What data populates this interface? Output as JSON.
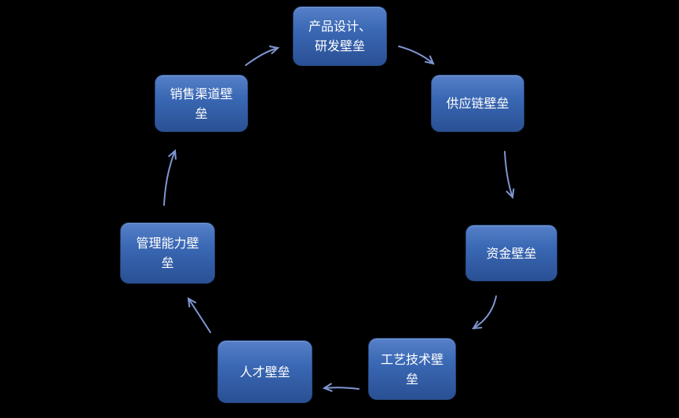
{
  "diagram": {
    "type": "cycle",
    "flow_direction": "clockwise",
    "colors": {
      "canvas_bg": "#000000",
      "node_gradient_top": "#5680C8",
      "node_gradient_mid": "#3A68B4",
      "node_gradient_bottom": "#2A5094",
      "node_border": "#26497F",
      "node_text": "#FFFFFF",
      "arrow_color": "#8096D2"
    },
    "nodes": [
      {
        "id": "product-design-rd",
        "position": "top",
        "label": "产品设计、研发壁垒",
        "lines": [
          "产品设计、",
          "研发壁垒"
        ]
      },
      {
        "id": "supply-chain",
        "position": "top-right",
        "label": "供应链壁垒",
        "lines": [
          "供应链壁垒"
        ]
      },
      {
        "id": "capital",
        "position": "right",
        "label": "资金壁垒",
        "lines": [
          "资金壁垒"
        ]
      },
      {
        "id": "process-technology",
        "position": "bottom-right",
        "label": "工艺技术壁垒",
        "lines": [
          "工艺技术壁",
          "垒"
        ]
      },
      {
        "id": "talent",
        "position": "bottom",
        "label": "人才壁垒",
        "lines": [
          "人才壁垒"
        ]
      },
      {
        "id": "management",
        "position": "left",
        "label": "管理能力壁垒",
        "lines": [
          "管理能力壁",
          "垒"
        ]
      },
      {
        "id": "sales-channel",
        "position": "top-left",
        "label": "销售渠道壁垒",
        "lines": [
          "销售渠道壁",
          "垒"
        ]
      }
    ],
    "edges": [
      {
        "from": "sales-channel",
        "to": "product-design-rd"
      },
      {
        "from": "product-design-rd",
        "to": "supply-chain"
      },
      {
        "from": "supply-chain",
        "to": "capital"
      },
      {
        "from": "capital",
        "to": "process-technology"
      },
      {
        "from": "process-technology",
        "to": "talent"
      },
      {
        "from": "talent",
        "to": "management"
      },
      {
        "from": "management",
        "to": "sales-channel"
      }
    ]
  }
}
